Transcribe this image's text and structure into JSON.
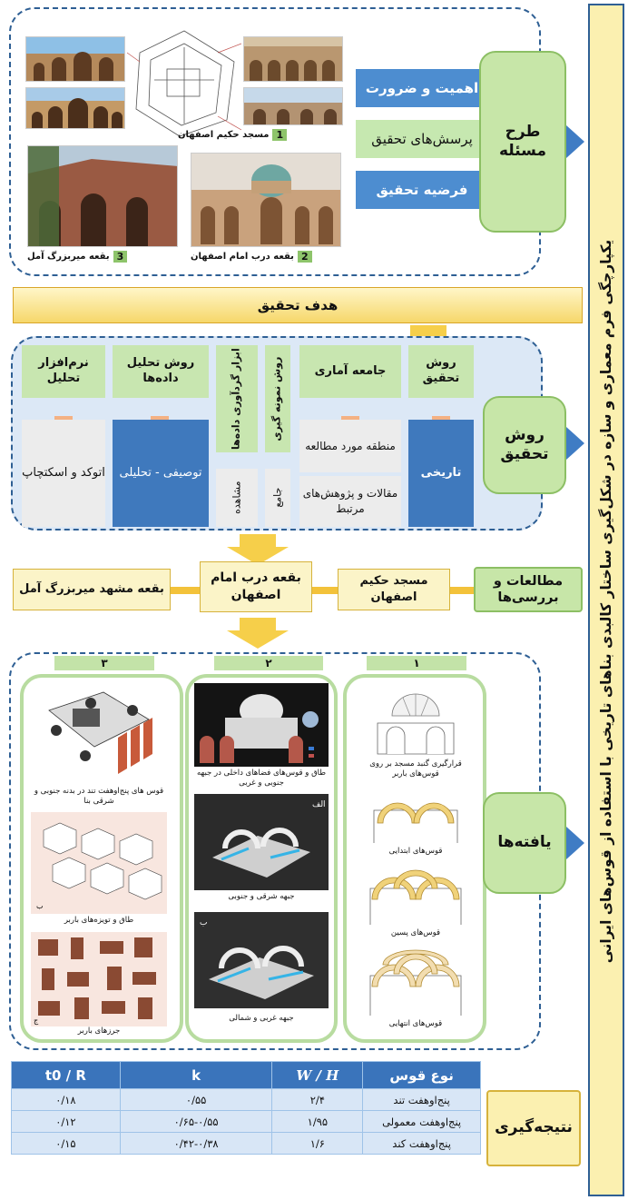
{
  "title": "یکپارچگی فرم معماری و سازه در شکل‌گیری ساختار کالبدی بناهای تاریخی با استفاده از قوس‌های ایرانی",
  "problem": {
    "label": "طرح مسئله",
    "buttons": [
      "اهمیت و ضرورت",
      "پرسش‌های تحقیق",
      "فرضیه تحقیق"
    ],
    "cases": [
      {
        "num": "1",
        "name": "مسجد حکیم اصفهان"
      },
      {
        "num": "2",
        "name": "بقعه درب امام اصفهان"
      },
      {
        "num": "3",
        "name": "بقعه میربزرگ آمل"
      }
    ]
  },
  "goal": "هدف تحقیق",
  "method": {
    "label": "روش تحقیق",
    "columns": [
      {
        "head": "روش تحقیق",
        "cells": [
          "تاریخی"
        ]
      },
      {
        "head": "جامعه آماری",
        "cells": [
          "منطقه مورد مطالعه",
          "مقالات و پژوهش‌های مرتبط"
        ]
      },
      {
        "head": "روش نمونه گیری",
        "cells": [
          "جامع"
        ]
      },
      {
        "head": "ابزار گردآوری داده‌ها",
        "cells": [
          "مشاهده"
        ]
      },
      {
        "head": "روش تحلیل داده‌ها",
        "cells": [
          "توصیفی - تحلیلی"
        ]
      },
      {
        "head": "نرم‌افزار تحلیل",
        "cells": [
          "اتوکد و اسکتچاپ"
        ]
      }
    ]
  },
  "studies": {
    "label": "مطالعات و بررسی‌ها",
    "items": [
      "مسجد حکیم اصفهان",
      "بقعه درب امام اصفهان",
      "بقعه مشهد میربزرگ آمل"
    ]
  },
  "findings": {
    "label": "یافته‌ها",
    "panels": [
      {
        "num": "۱",
        "captions": [
          "قرارگیری گنبد مسجد بر روی قوس‌های باربر",
          "قوس‌های ابتدایی",
          "قوس‌های پسین",
          "قوس‌های انتهایی"
        ]
      },
      {
        "num": "۲",
        "captions": [
          "طاق و قوس‌های فضاهای داخلی در جبهه جنوبی و غربی",
          "جبهه شرقی و جنوبی",
          "جبهه غربی و شمالی"
        ],
        "tags": [
          "الف",
          "ب"
        ]
      },
      {
        "num": "۳",
        "captions": [
          "قوس های پنج‌اوهفت تند در بدنه جنوبی و شرقی بنا",
          "طاق و تویزه‌های باربر",
          "جرزهای باربر"
        ],
        "tags": [
          "ب",
          "ج"
        ]
      }
    ]
  },
  "conclusion": {
    "label": "نتیجه‌گیری",
    "headers": [
      "نوع قوس",
      "W / H",
      "k",
      "t0 / R"
    ],
    "rows": [
      [
        "پنج‌اوهفت تند",
        "۲/۴",
        "۰/۵۵",
        "۰/۱۸"
      ],
      [
        "پنج‌اوهفت معمولی",
        "۱/۹۵",
        "۰/۶۵-۰/۵۵",
        "۰/۱۲"
      ],
      [
        "پنج‌اوهفت کند",
        "۱/۶",
        "۰/۴۲-۰/۳۸",
        "۰/۱۵"
      ]
    ]
  },
  "colors": {
    "blue": "#4d8dd0",
    "green": "#c7e6a8",
    "gold": "#f6d76a",
    "border": "#2e5f94"
  }
}
